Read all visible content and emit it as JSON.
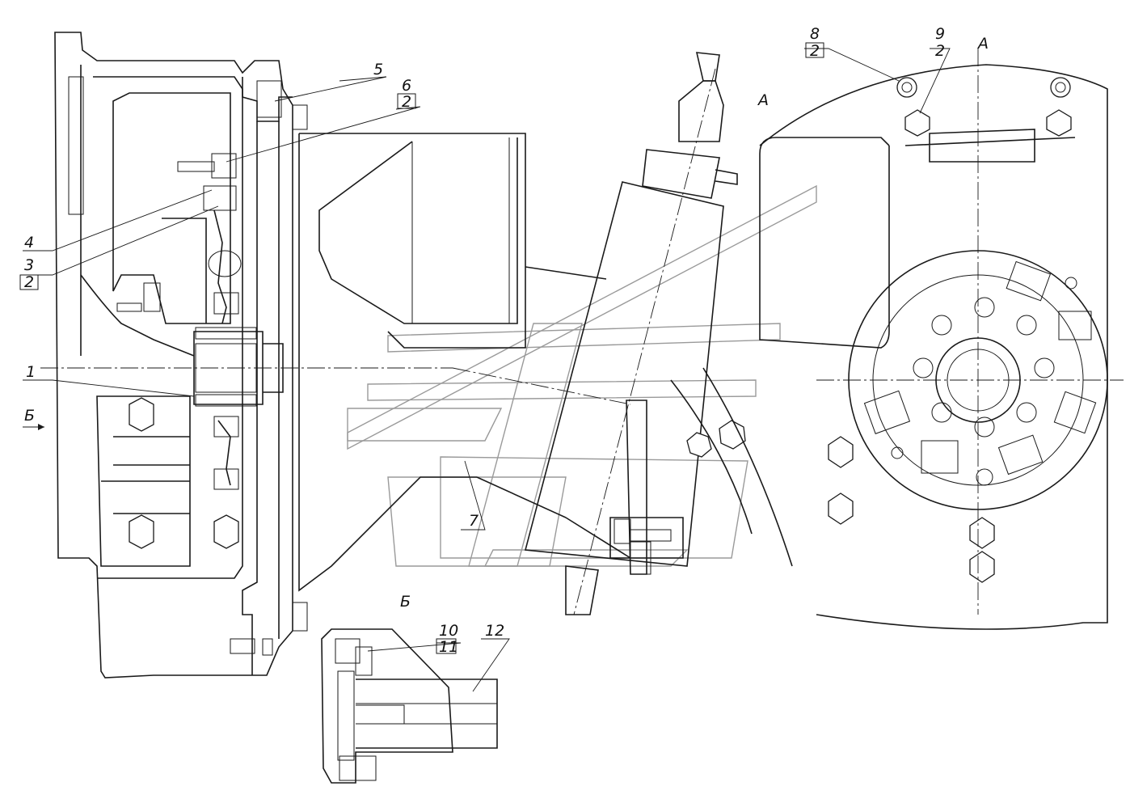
{
  "drawing": {
    "section_a_title": "А",
    "section_a_mark": "А",
    "section_b_title": "Б",
    "section_b_arrow": "Б"
  },
  "callouts": [
    {
      "id": "c1",
      "number": "1",
      "sub": ""
    },
    {
      "id": "c3",
      "number": "3",
      "sub": "2"
    },
    {
      "id": "c4",
      "number": "4",
      "sub": ""
    },
    {
      "id": "c5",
      "number": "5",
      "sub": ""
    },
    {
      "id": "c6",
      "number": "6",
      "sub": "2"
    },
    {
      "id": "c7",
      "number": "7",
      "sub": ""
    },
    {
      "id": "c8",
      "number": "8",
      "sub": "2"
    },
    {
      "id": "c9",
      "number": "9",
      "sub": "2"
    },
    {
      "id": "c10",
      "number": "10",
      "sub": "11"
    },
    {
      "id": "c12",
      "number": "12",
      "sub": ""
    }
  ]
}
